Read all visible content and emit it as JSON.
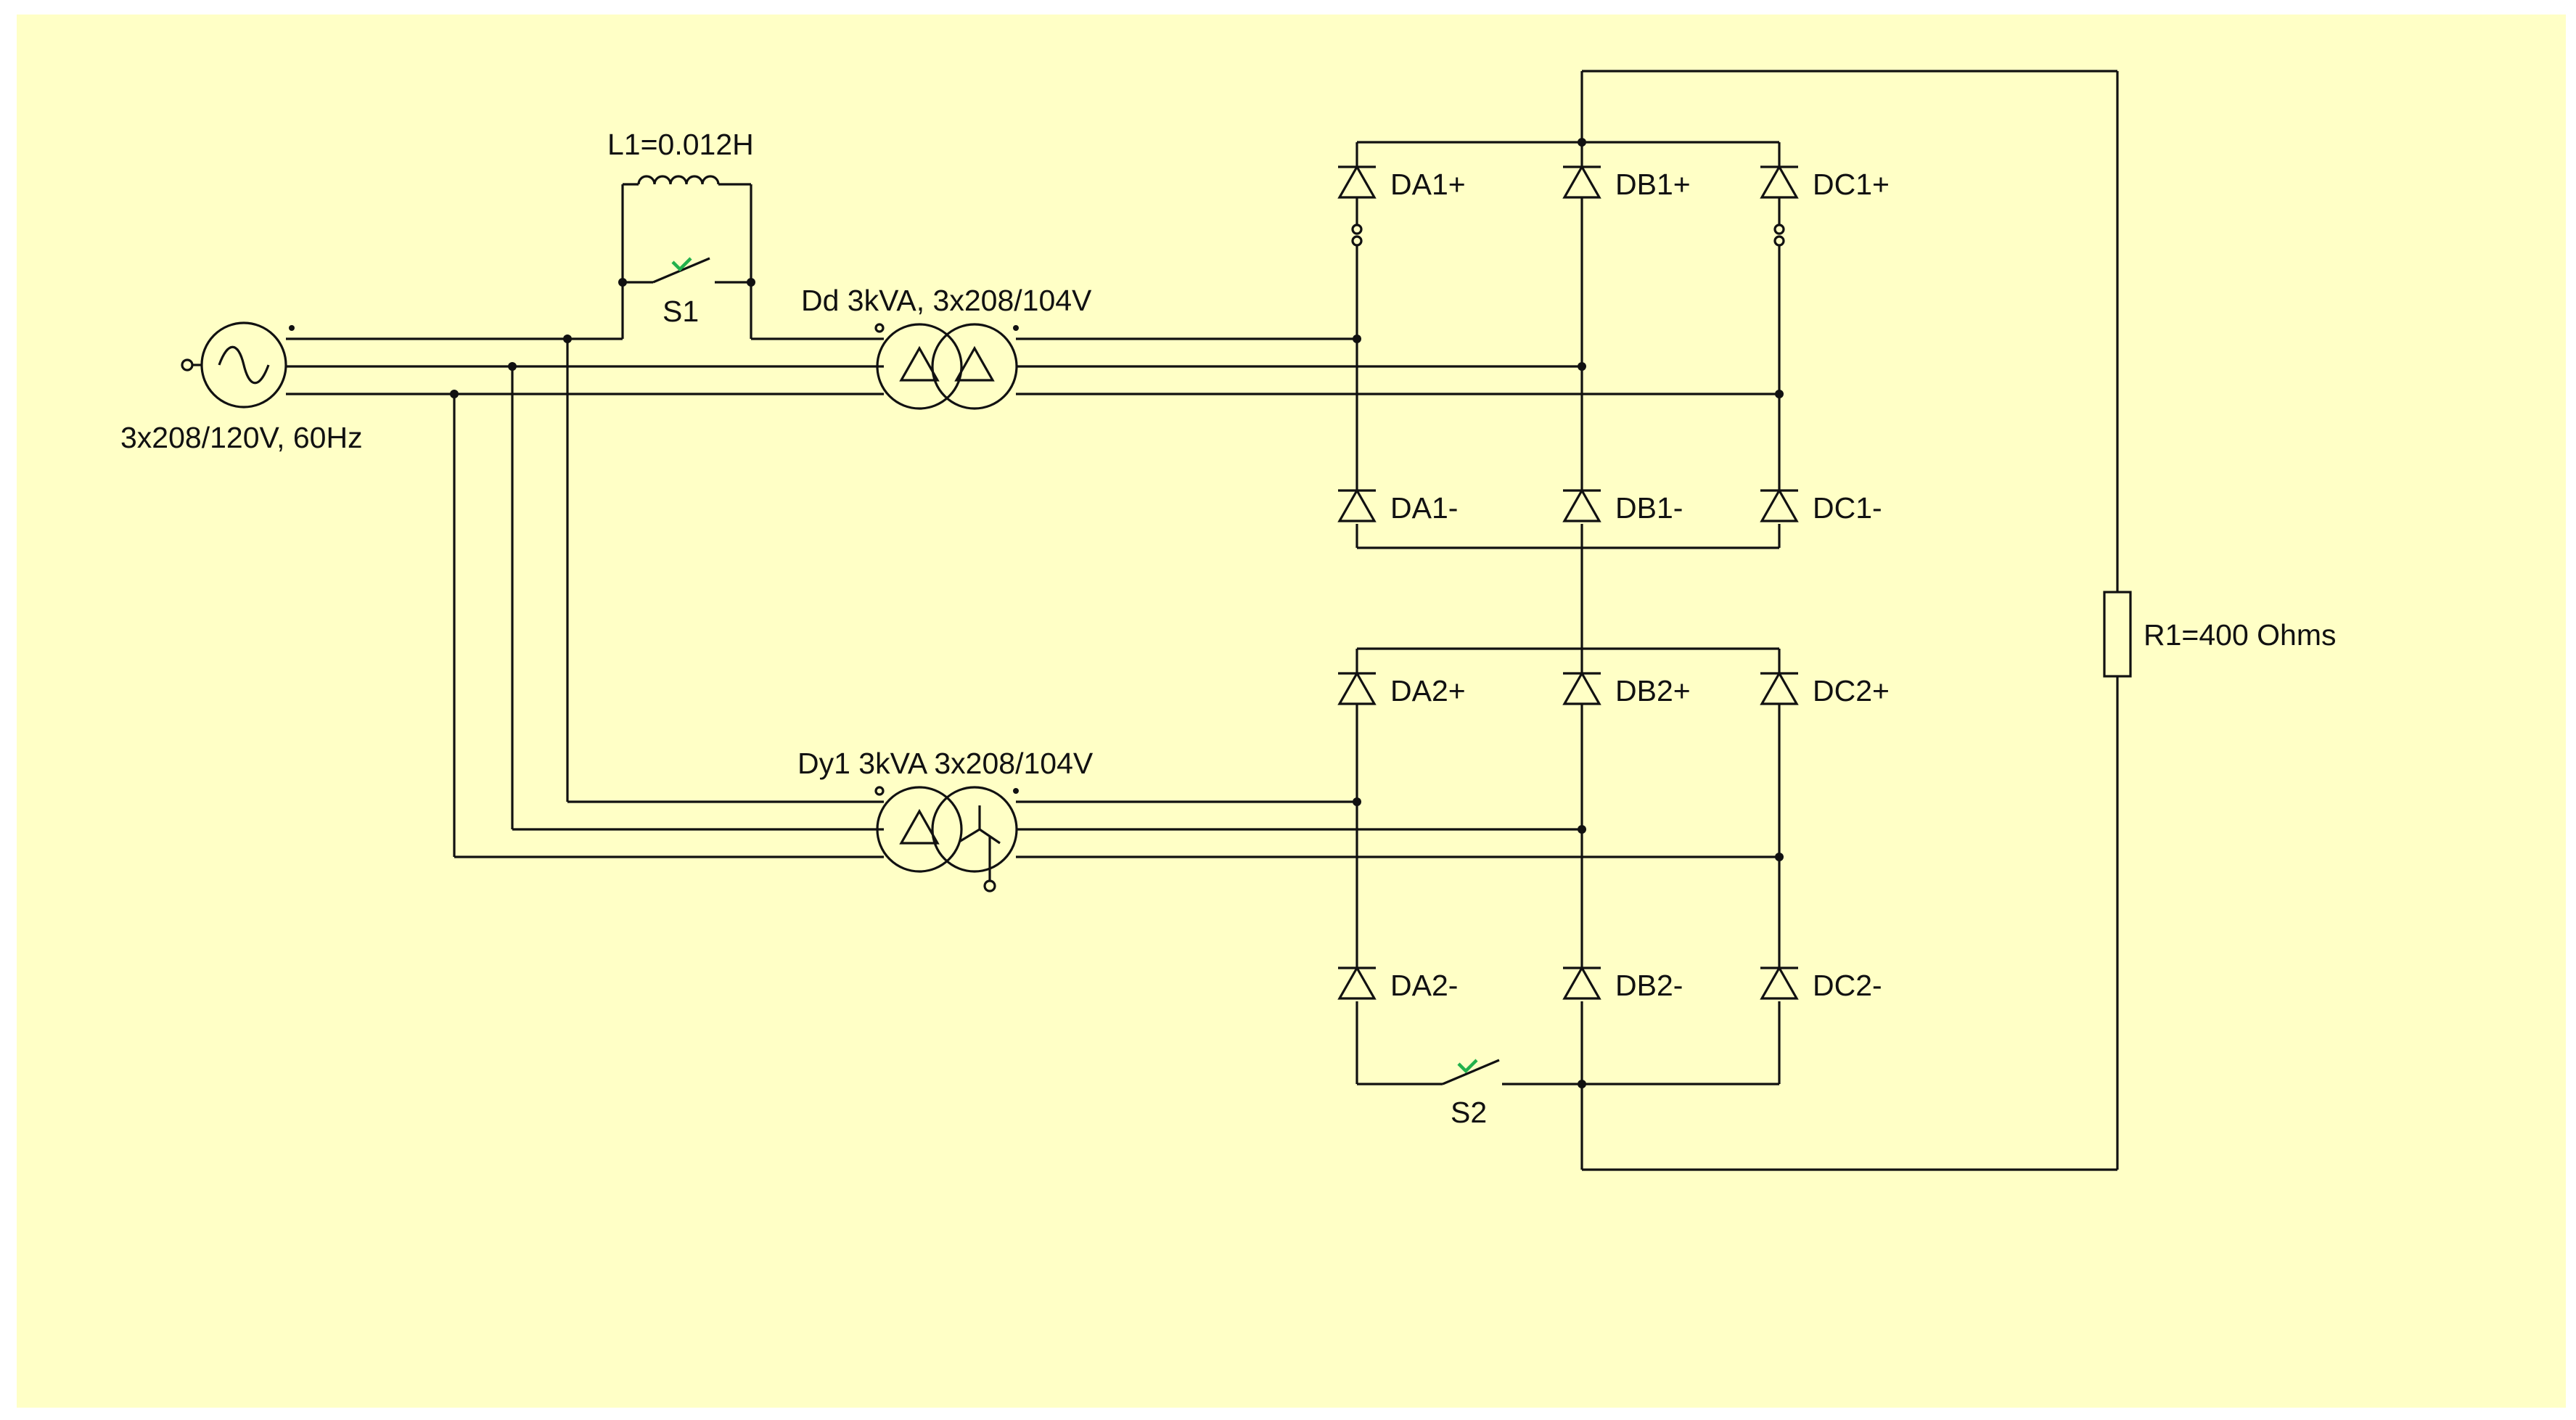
{
  "background_color": "#ffffc6",
  "line_color": "#111111",
  "switch_check_color": "#22b14c",
  "labels": {
    "inductor": "L1=0.012H",
    "switch1": "S1",
    "switch2": "S2",
    "transformer_dd": "Dd 3kVA, 3x208/104V",
    "transformer_dy": "Dy1 3kVA 3x208/104V",
    "source": "3x208/120V, 60Hz",
    "resistor": "R1=400 Ohms",
    "diodes": {
      "DA1p": "DA1+",
      "DB1p": "DB1+",
      "DC1p": "DC1+",
      "DA1m": "DA1-",
      "DB1m": "DB1-",
      "DC1m": "DC1-",
      "DA2p": "DA2+",
      "DB2p": "DB2+",
      "DC2p": "DC2+",
      "DA2m": "DA2-",
      "DB2m": "DB2-",
      "DC2m": "DC2-"
    }
  },
  "switch_states": {
    "S1": "closed",
    "S2": "closed"
  }
}
